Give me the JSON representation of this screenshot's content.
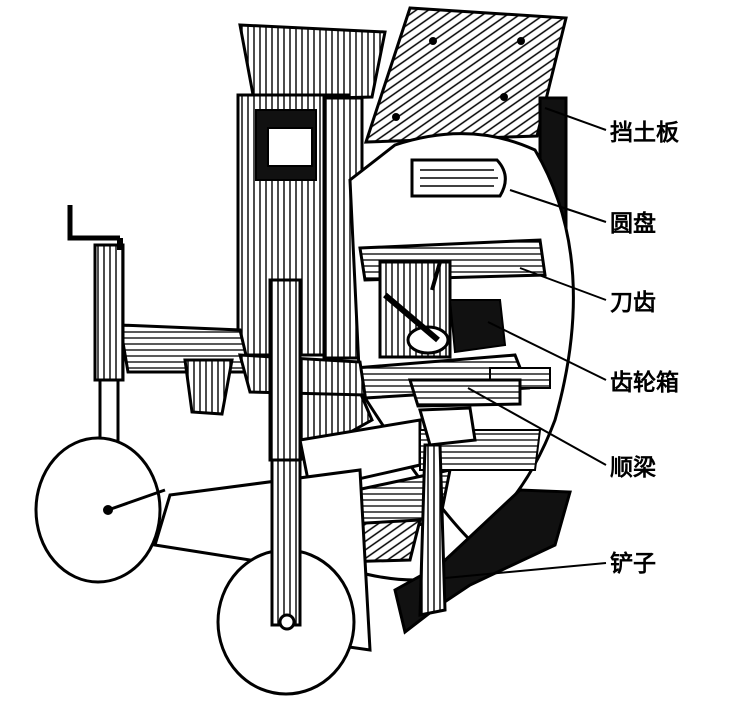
{
  "diagram": {
    "labels": {
      "baffle": "挡土板",
      "disc": "圆盘",
      "teeth": "刀齿",
      "gearbox": "齿轮箱",
      "beam": "顺梁",
      "shovel": "铲子"
    }
  }
}
